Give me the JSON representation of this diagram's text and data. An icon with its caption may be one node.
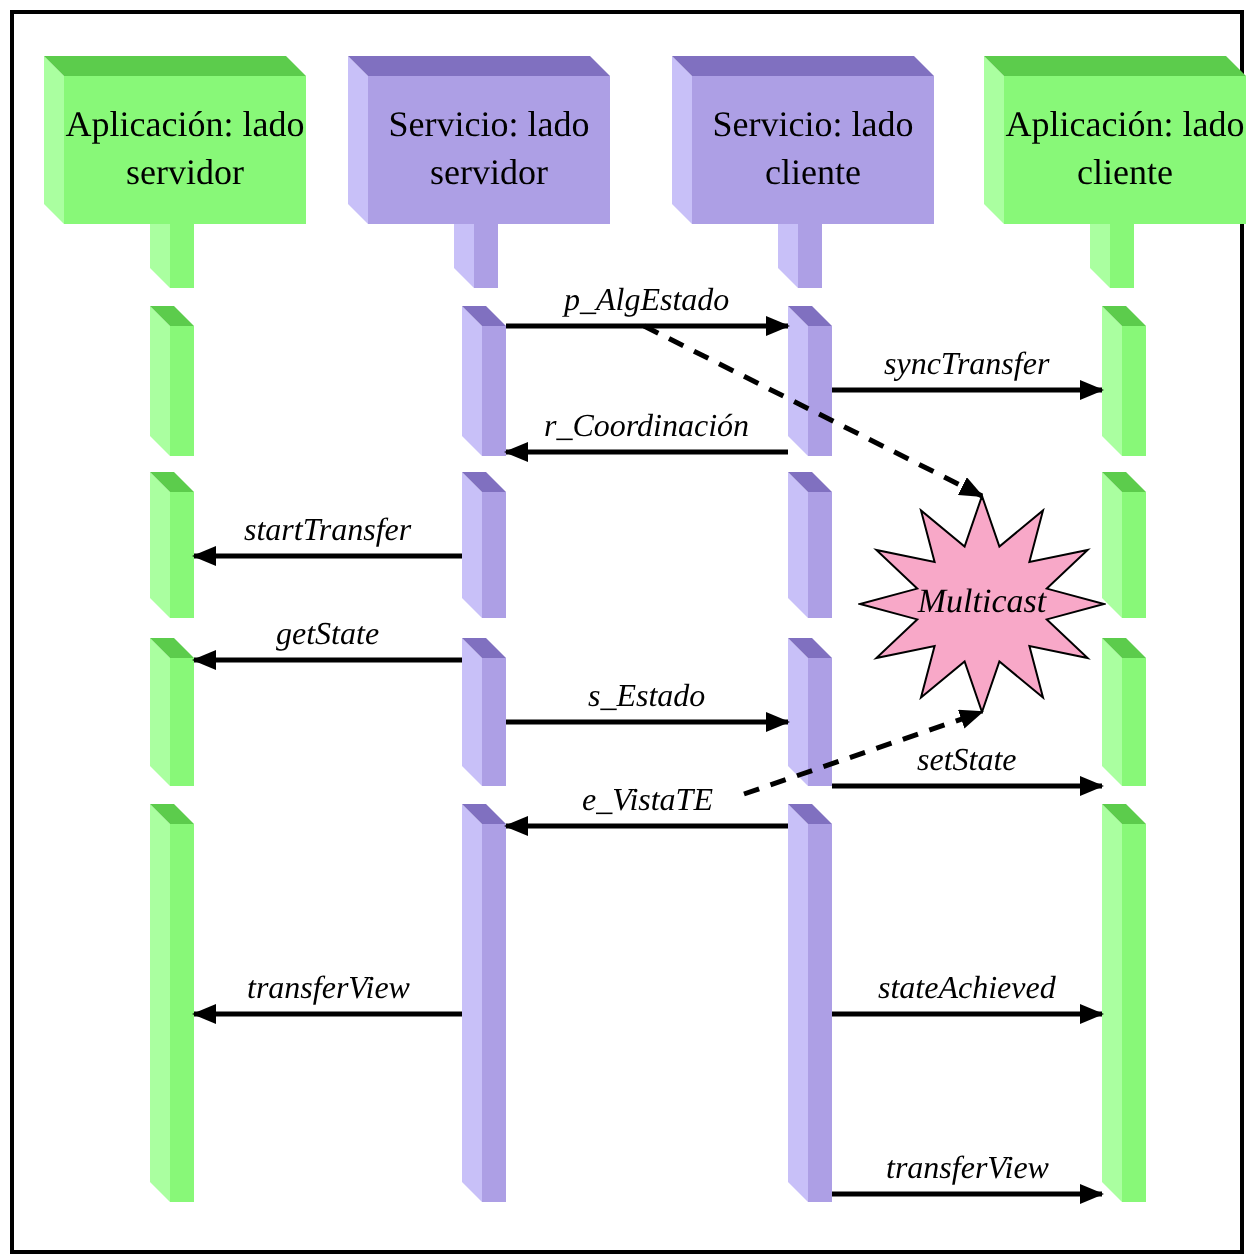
{
  "diagram": {
    "nodes": [
      {
        "text": [
          "Aplicación: lado servidor"
        ]
      },
      {
        "text": [
          "Servicio: lado servidor"
        ]
      },
      {
        "text": [
          "Servicio: lado cliente"
        ]
      },
      {
        "text": [
          "Aplicación: lado cliente"
        ]
      },
      {
        "text": [],
        "shape": "bar"
      },
      {
        "text": [],
        "shape": "bar"
      },
      {
        "text": [],
        "shape": "bar"
      },
      {
        "text": [],
        "shape": "bar"
      },
      {
        "text": [],
        "shape": "bar"
      },
      {
        "text": [],
        "shape": "bar"
      },
      {
        "text": [],
        "shape": "bar"
      },
      {
        "text": [],
        "shape": "bar"
      },
      {
        "text": [],
        "shape": "bar"
      },
      {
        "text": [],
        "shape": "bar"
      },
      {
        "text": [],
        "shape": "bar"
      },
      {
        "text": [],
        "shape": "bar"
      },
      {
        "text": [],
        "shape": "bar"
      },
      {
        "text": [],
        "shape": "bar"
      },
      {
        "text": [],
        "shape": "bar"
      },
      {
        "text": [],
        "shape": "bar"
      },
      {
        "text": [
          "Multicast"
        ]
      }
    ],
    "edges": [
      {
        "from": 5,
        "to": 6,
        "arrow": "to",
        "label": "p_AlgEstado"
      },
      {
        "from": 6,
        "to": 7,
        "arrow": "to",
        "label": "syncTransfer"
      },
      {
        "from": 6,
        "to": 5,
        "arrow": "to",
        "label": "r_Coordinación"
      },
      {
        "from": null,
        "to": 20,
        "arrow": "to",
        "style": "dashed"
      },
      {
        "from": 9,
        "to": 8,
        "arrow": "to",
        "label": "startTransfer"
      },
      {
        "from": 13,
        "to": 12,
        "arrow": "to",
        "label": "getState"
      },
      {
        "from": 13,
        "to": 14,
        "arrow": "to",
        "label": "s_Estado"
      },
      {
        "from": 14,
        "to": 15,
        "arrow": "to",
        "label": "setState"
      },
      {
        "from": 18,
        "to": 17,
        "arrow": "to",
        "label": "e_VistaTE"
      },
      {
        "from": null,
        "to": 20,
        "arrow": "to",
        "style": "dashed"
      },
      {
        "from": 17,
        "to": 16,
        "arrow": "to",
        "label": "transferView"
      },
      {
        "from": 18,
        "to": 19,
        "arrow": "to",
        "label": "stateAchieved"
      },
      {
        "from": 18,
        "to": 19,
        "arrow": "to",
        "label": "transferView"
      }
    ]
  }
}
